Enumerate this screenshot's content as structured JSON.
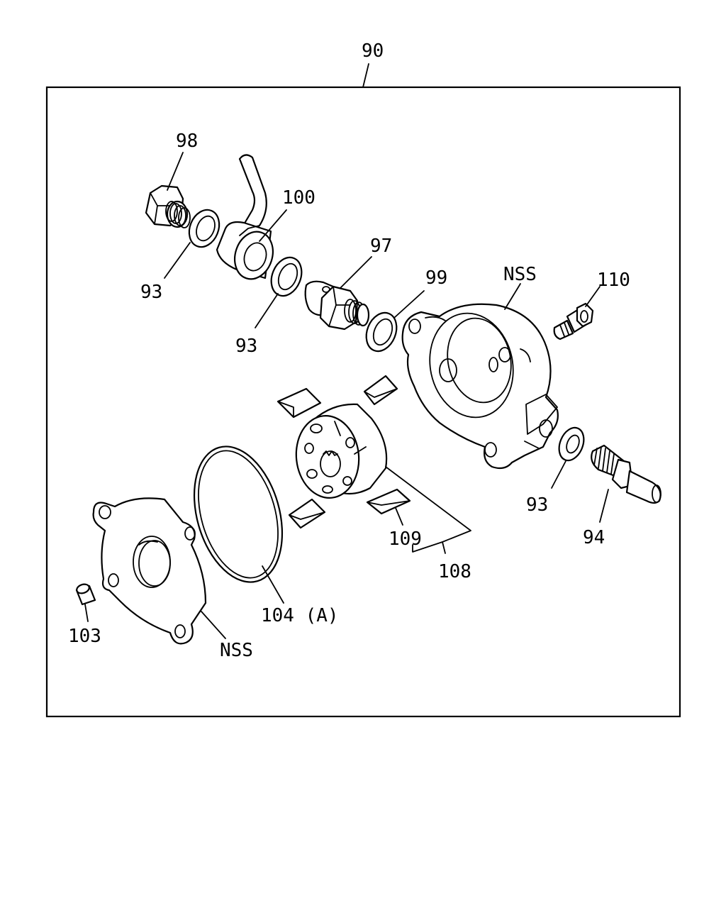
{
  "labels": {
    "assembly": "90",
    "cap_nut": "98",
    "washer_98": "93",
    "banjo": "100",
    "washer_banjo": "93",
    "bolt_97": "97",
    "washer_99": "99",
    "housing": "NSS",
    "bolt_110": "110",
    "washer_94": "93",
    "fitting_94": "94",
    "vane": "109",
    "rotor_kit": "108",
    "o_ring": "104 (A)",
    "cover": "NSS",
    "pin": "103"
  }
}
